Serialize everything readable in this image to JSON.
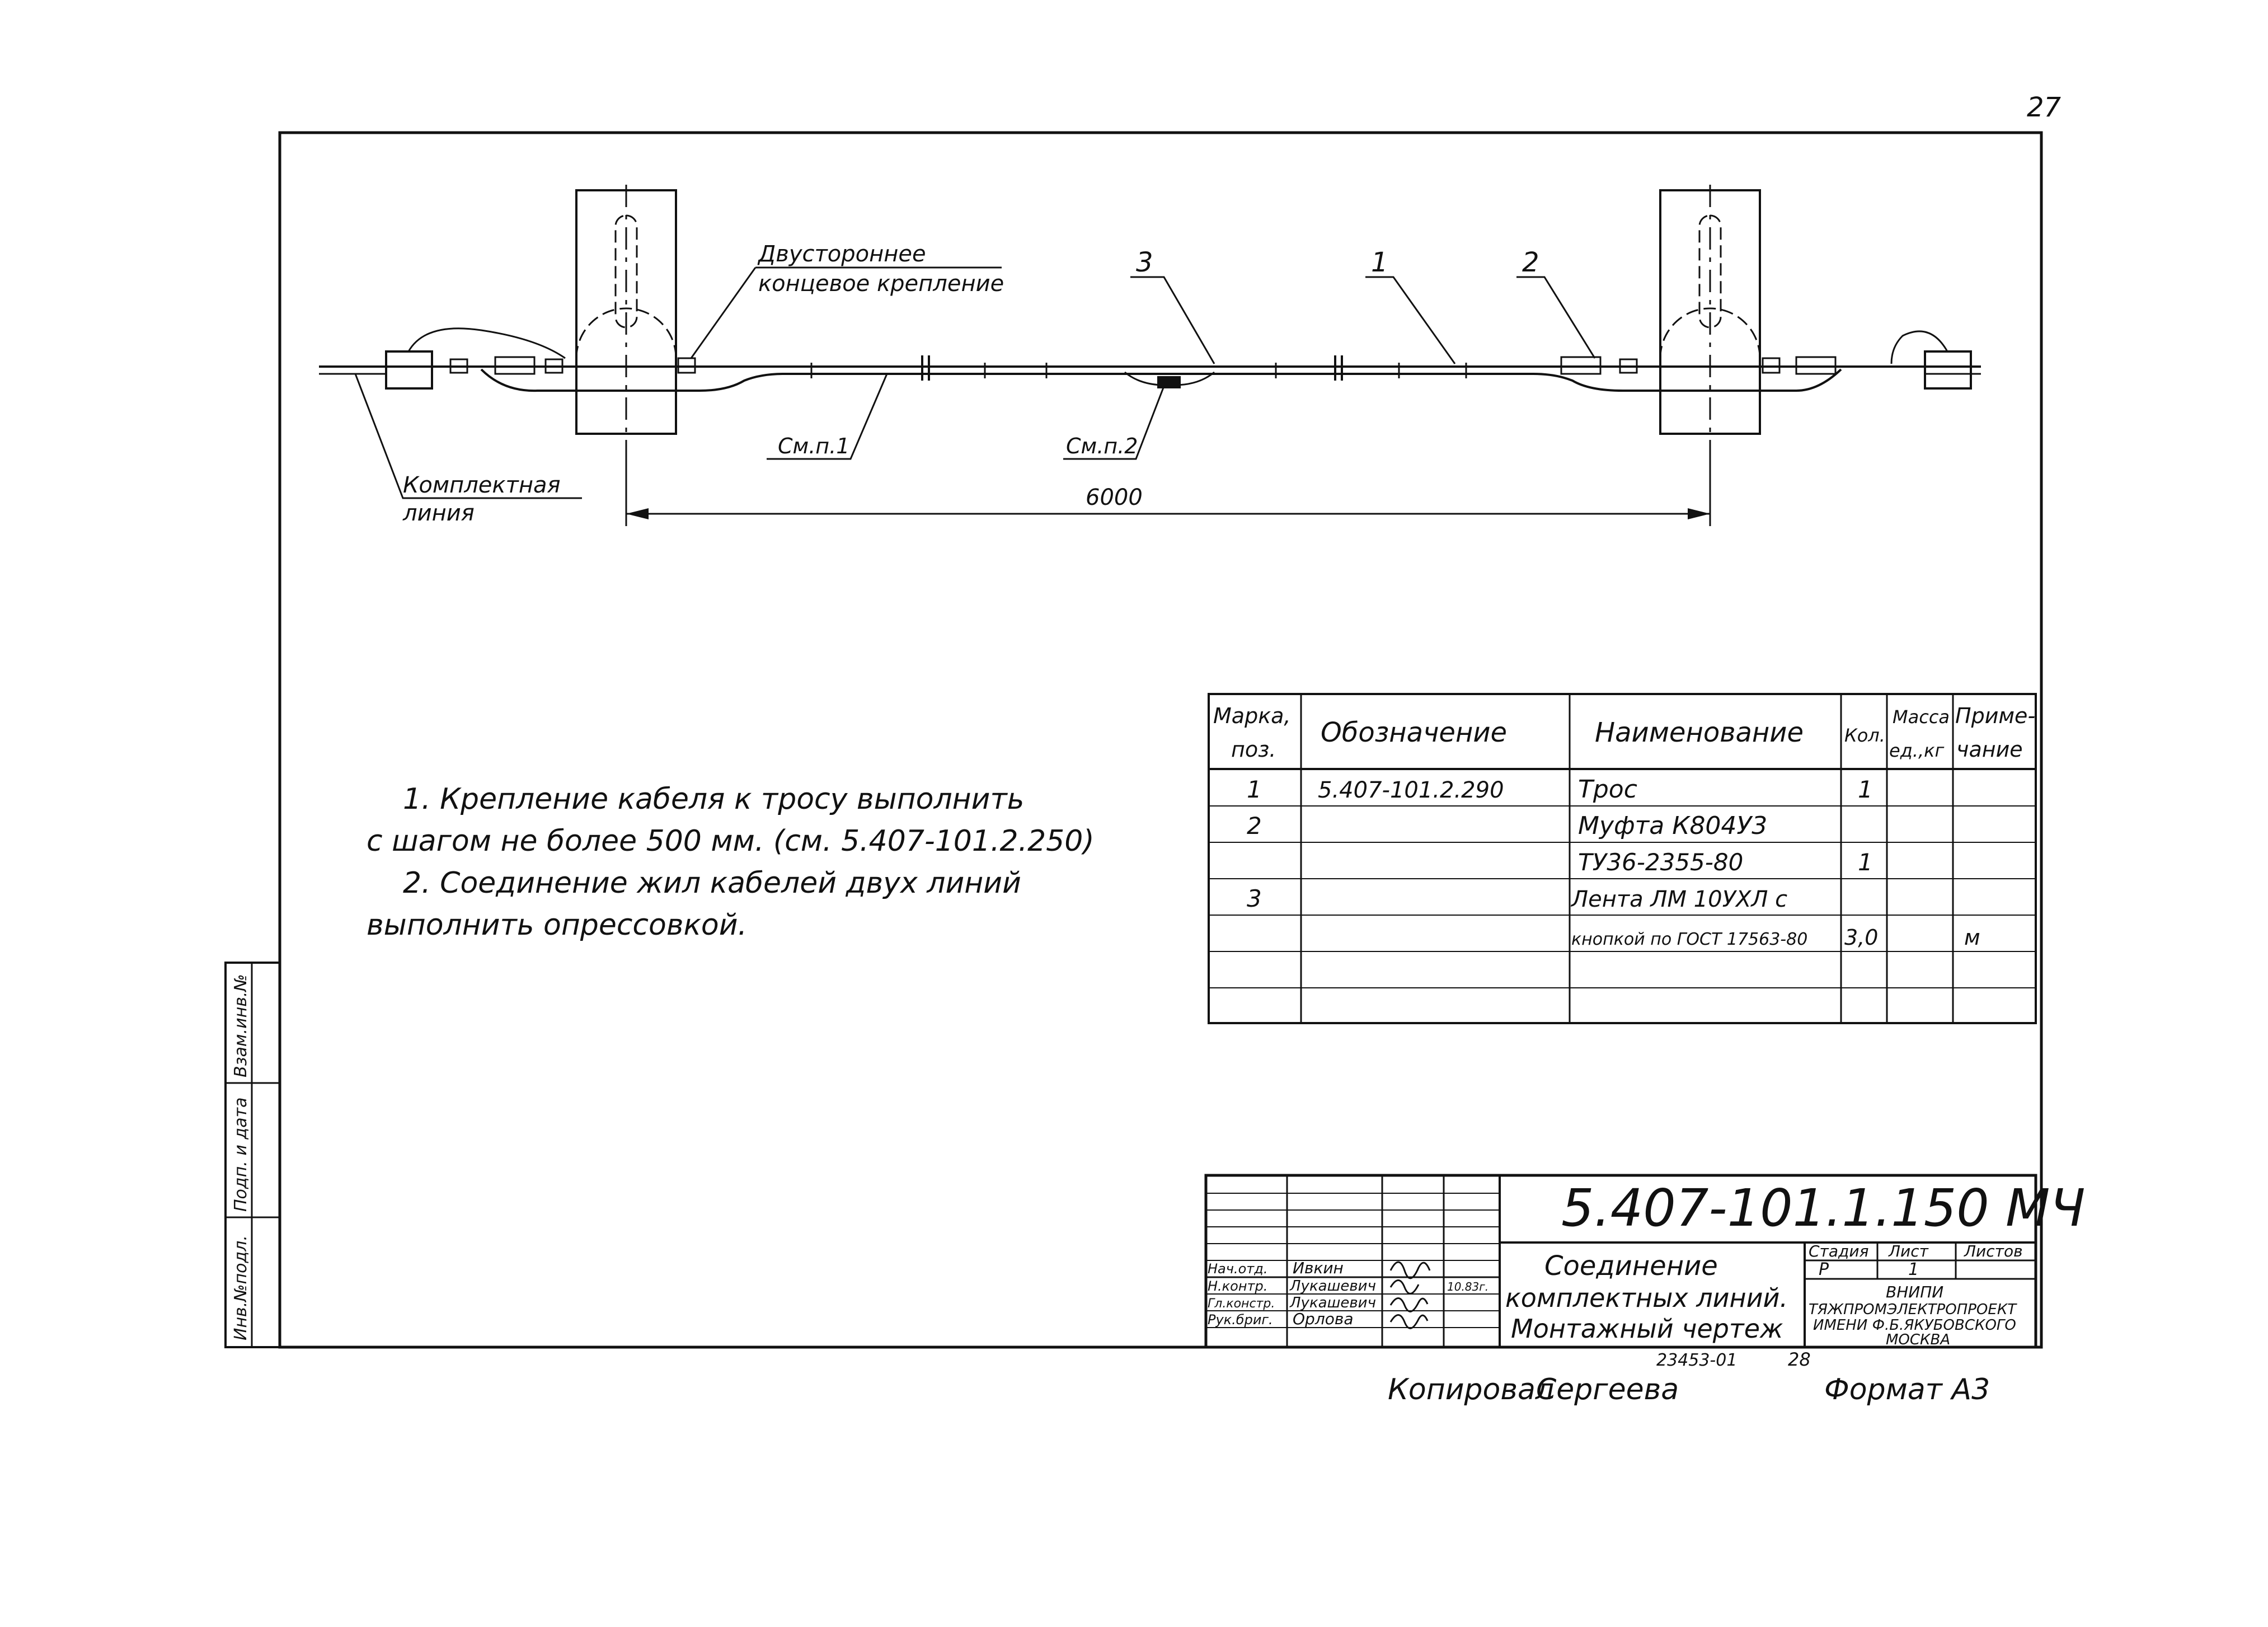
{
  "page_number": "27",
  "drawing": {
    "callouts": {
      "double_mount_line1": "Двустороннее",
      "double_mount_line2": "концевое крепление",
      "pos_3": "3",
      "pos_1": "1",
      "pos_2": "2",
      "see_note_1": "См.п.1",
      "see_note_2": "См.п.2",
      "complete_line_1": "Комплектная",
      "complete_line_2": "линия"
    },
    "dimension": "6000"
  },
  "notes": [
    "1. Крепление кабеля к тросу выполнить",
    "с шагом не более 500 мм. (см. 5.407-101.2.250)",
    "2. Соединение жил кабелей двух линий",
    "выполнить опрессовкой."
  ],
  "spec_table": {
    "headers": [
      [
        "Марка,",
        "поз."
      ],
      [
        "Обозначение"
      ],
      [
        "Наименование"
      ],
      [
        "Кол."
      ],
      [
        "Масса",
        "ед.,кг"
      ],
      [
        "Приме-",
        "чание"
      ]
    ],
    "rows": [
      [
        "1",
        "5.407-101.2.290",
        "Трос",
        "1",
        "",
        ""
      ],
      [
        "2",
        "",
        "Муфта К804У3",
        "",
        "",
        ""
      ],
      [
        "",
        "",
        "ТУ36-2355-80",
        "1",
        "",
        ""
      ],
      [
        "3",
        "",
        "Лента ЛМ 10УХЛ с",
        "",
        "",
        ""
      ],
      [
        "",
        "",
        "кнопкой по ГОСТ 17563-80",
        "3,0",
        "",
        "м"
      ],
      [
        "",
        "",
        "",
        "",
        "",
        ""
      ],
      [
        "",
        "",
        "",
        "",
        "",
        ""
      ]
    ]
  },
  "title_block": {
    "code": "5.407-101.1.150 МЧ",
    "title_lines": [
      "Соединение",
      "комплектных линий.",
      "Монтажный чертеж"
    ],
    "stage_header": "Стадия",
    "sheet_header": "Лист",
    "sheets_header": "Листов",
    "stage": "Р",
    "sheet": "1",
    "org_lines": [
      "ВНИПИ",
      "ТЯЖПРОМЭЛЕКТРОПРОЕКТ",
      "ИМЕНИ Ф.Б.ЯКУБОВСКОГО",
      "МОСКВА"
    ],
    "signatures": [
      {
        "role": "Нач.отд.",
        "name": "Ивкин",
        "date": ""
      },
      {
        "role": "Н.контр.",
        "name": "Лукашевич",
        "date": "10.83г."
      },
      {
        "role": "Гл.констр.",
        "name": "Лукашевич",
        "date": ""
      },
      {
        "role": "Рук.бриг.",
        "name": "Орлова",
        "date": ""
      }
    ],
    "inventory_number": "23453-01",
    "page_ref": "28"
  },
  "side_stamp": [
    "Инв.№подл.",
    "Подп. и дата",
    "Взам.инв.№"
  ],
  "footer": {
    "copied_by": "Копировал",
    "copier_name": "Сергеева",
    "format": "Формат А3"
  }
}
